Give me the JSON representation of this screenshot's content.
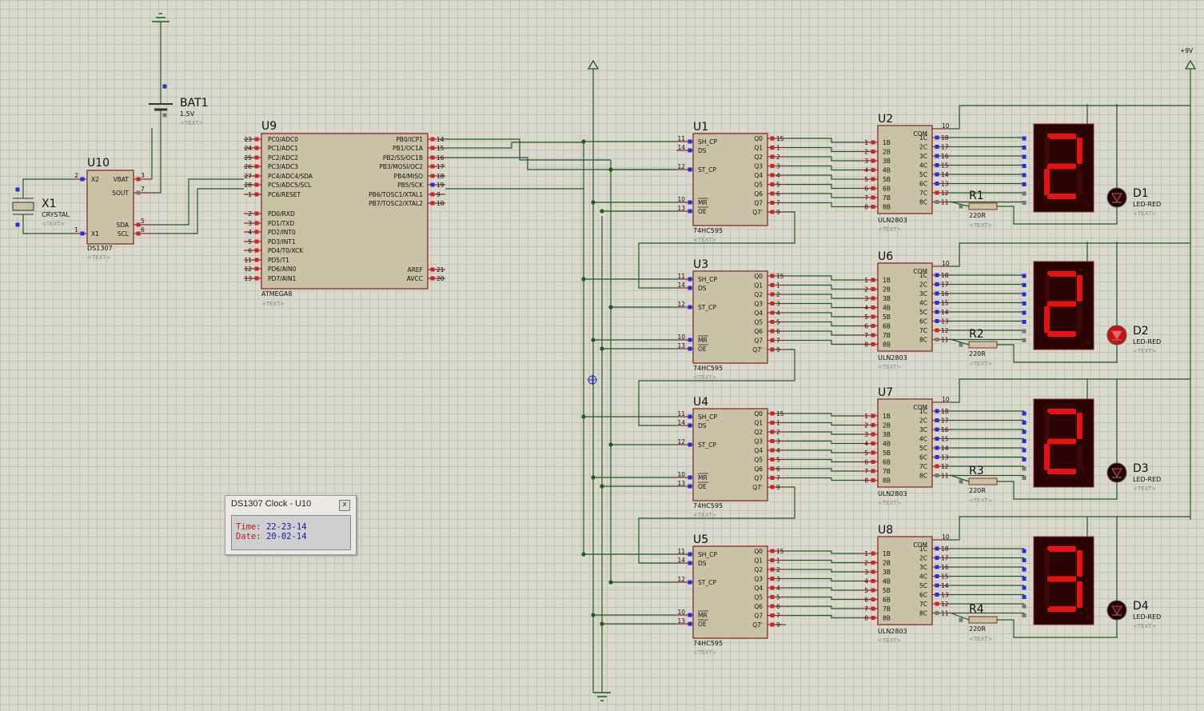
{
  "clock_window": {
    "title": "DS1307 Clock - U10",
    "close": "x",
    "time_label": "Time:",
    "time_value": "22-23-14",
    "date_label": "Date:",
    "date_value": "20-02-14"
  },
  "labels": {
    "text_placeholder": "<TEXT>",
    "supply": "+9V"
  },
  "bat": {
    "ref": "BAT1",
    "value": "1.5V"
  },
  "crystal": {
    "ref": "X1",
    "value": "CRYSTAL"
  },
  "rtc": {
    "ref": "U10",
    "device": "DS1307",
    "left_pins": [
      {
        "num": "2",
        "name": "X2"
      },
      {
        "num": "1",
        "name": "X1"
      }
    ],
    "right_pins": [
      {
        "num": "3",
        "name": "VBAT"
      },
      {
        "num": "7",
        "name": "SOUT"
      },
      {
        "num": "5",
        "name": "SDA"
      },
      {
        "num": "6",
        "name": "SCL"
      }
    ]
  },
  "mcu": {
    "ref": "U9",
    "device": "ATMEGA8",
    "left_pins": [
      {
        "num": "23",
        "name": "PC0/ADC0"
      },
      {
        "num": "24",
        "name": "PC1/ADC1"
      },
      {
        "num": "25",
        "name": "PC2/ADC2"
      },
      {
        "num": "26",
        "name": "PC3/ADC3"
      },
      {
        "num": "27",
        "name": "PC4/ADC4/SDA"
      },
      {
        "num": "28",
        "name": "PC5/ADC5/SCL"
      },
      {
        "num": "1",
        "name": "PC6/RESET"
      },
      {
        "num": "2",
        "name": "PD0/RXD"
      },
      {
        "num": "3",
        "name": "PD1/TXD"
      },
      {
        "num": "4",
        "name": "PD2/INT0"
      },
      {
        "num": "5",
        "name": "PD3/INT1"
      },
      {
        "num": "6",
        "name": "PD4/T0/XCK"
      },
      {
        "num": "11",
        "name": "PD5/T1"
      },
      {
        "num": "12",
        "name": "PD6/AIN0"
      },
      {
        "num": "13",
        "name": "PD7/AIN1"
      }
    ],
    "right_pins": [
      {
        "num": "14",
        "name": "PB0/ICP1"
      },
      {
        "num": "15",
        "name": "PB1/OC1A"
      },
      {
        "num": "16",
        "name": "PB2/SS/OC1B"
      },
      {
        "num": "17",
        "name": "PB3/MOSI/OC2"
      },
      {
        "num": "18",
        "name": "PB4/MISO"
      },
      {
        "num": "19",
        "name": "PB5/SCK"
      },
      {
        "num": "9",
        "name": "PB6/TOSC1/XTAL1"
      },
      {
        "num": "10",
        "name": "PB7/TOSC2/XTAL2"
      },
      {
        "num": "21",
        "name": "AREF"
      },
      {
        "num": "20",
        "name": "AVCC"
      }
    ]
  },
  "shift_registers": [
    {
      "ref": "U1",
      "device": "74HC595"
    },
    {
      "ref": "U3",
      "device": "74HC595"
    },
    {
      "ref": "U4",
      "device": "74HC595"
    },
    {
      "ref": "U5",
      "device": "74HC595"
    }
  ],
  "hc595": {
    "left_pins": [
      {
        "num": "11",
        "name": "SH_CP"
      },
      {
        "num": "14",
        "name": "DS"
      },
      {
        "num": "12",
        "name": "ST_CP"
      },
      {
        "num": "10",
        "name": "MR"
      },
      {
        "num": "13",
        "name": "OE"
      }
    ],
    "right_pins": [
      {
        "num": "15",
        "name": "Q0"
      },
      {
        "num": "1",
        "name": "Q1"
      },
      {
        "num": "2",
        "name": "Q2"
      },
      {
        "num": "3",
        "name": "Q3"
      },
      {
        "num": "4",
        "name": "Q4"
      },
      {
        "num": "5",
        "name": "Q5"
      },
      {
        "num": "6",
        "name": "Q6"
      },
      {
        "num": "7",
        "name": "Q7"
      },
      {
        "num": "9",
        "name": "Q7'"
      }
    ]
  },
  "drivers": [
    {
      "ref": "U2",
      "device": "ULN2803"
    },
    {
      "ref": "U6",
      "device": "ULN2803"
    },
    {
      "ref": "U7",
      "device": "ULN2803"
    },
    {
      "ref": "U8",
      "device": "ULN2803"
    }
  ],
  "uln": {
    "com": {
      "num": "10",
      "name": "COM"
    },
    "left_pins": [
      {
        "num": "1",
        "name": "1B"
      },
      {
        "num": "2",
        "name": "2B"
      },
      {
        "num": "3",
        "name": "3B"
      },
      {
        "num": "4",
        "name": "4B"
      },
      {
        "num": "5",
        "name": "5B"
      },
      {
        "num": "6",
        "name": "6B"
      },
      {
        "num": "7",
        "name": "7B"
      },
      {
        "num": "8",
        "name": "8B"
      }
    ],
    "right_pins": [
      {
        "num": "18",
        "name": "1C"
      },
      {
        "num": "17",
        "name": "2C"
      },
      {
        "num": "16",
        "name": "3C"
      },
      {
        "num": "15",
        "name": "4C"
      },
      {
        "num": "14",
        "name": "5C"
      },
      {
        "num": "13",
        "name": "6C"
      },
      {
        "num": "12",
        "name": "7C"
      },
      {
        "num": "11",
        "name": "8C"
      }
    ]
  },
  "resistors": [
    {
      "ref": "R1",
      "value": "220R"
    },
    {
      "ref": "R2",
      "value": "220R"
    },
    {
      "ref": "R3",
      "value": "220R"
    },
    {
      "ref": "R4",
      "value": "220R"
    }
  ],
  "leds": [
    {
      "ref": "D1",
      "value": "LED-RED",
      "lit": false
    },
    {
      "ref": "D2",
      "value": "LED-RED",
      "lit": true
    },
    {
      "ref": "D3",
      "value": "LED-RED",
      "lit": false
    },
    {
      "ref": "D4",
      "value": "LED-RED",
      "lit": false
    }
  ],
  "displays": [
    {
      "digit": "2"
    },
    {
      "digit": "2"
    },
    {
      "digit": "2"
    },
    {
      "digit": "3"
    }
  ],
  "colors": {
    "segment_on": "#e81010",
    "wire": "#1e5a1e",
    "outline": "#8b2a2a",
    "body": "#c9c3a5"
  }
}
